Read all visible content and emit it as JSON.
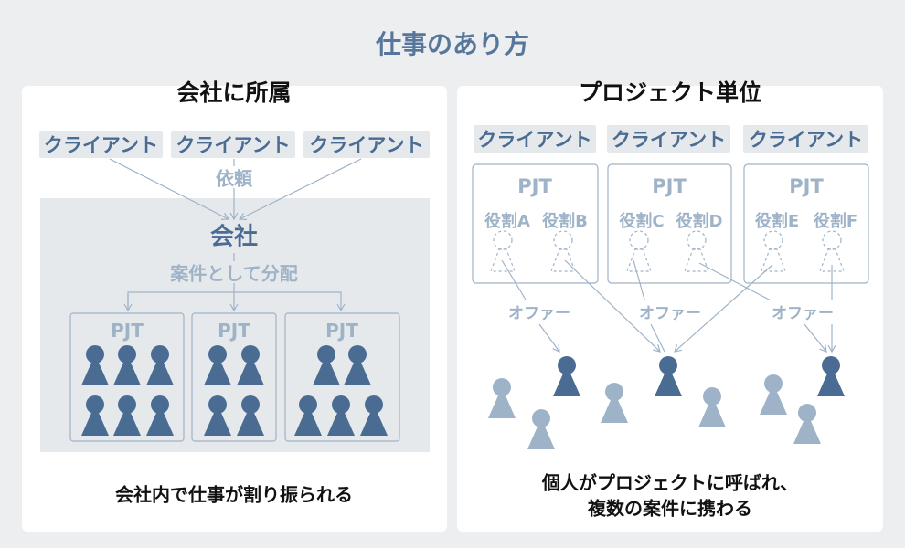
{
  "title": "仕事のあり方",
  "colors": {
    "dark": "#4a6c93",
    "light": "#9fb3c8",
    "bg": "#eceef0"
  },
  "left": {
    "heading": "会社に所属",
    "clients": [
      "クライアント",
      "クライアント",
      "クライアント"
    ],
    "request_label": "依頼",
    "company": "会社",
    "distribute_label": "案件として分配",
    "projects": [
      "PJT",
      "PJT",
      "PJT"
    ],
    "caption": "会社内で仕事が割り振られる"
  },
  "right": {
    "heading": "プロジェクト単位",
    "clients": [
      "クライアント",
      "クライアント",
      "クライアント"
    ],
    "projects": [
      {
        "label": "PJT",
        "roles": [
          "役割A",
          "役割B"
        ]
      },
      {
        "label": "PJT",
        "roles": [
          "役割C",
          "役割D"
        ]
      },
      {
        "label": "PJT",
        "roles": [
          "役割E",
          "役割F"
        ]
      }
    ],
    "offer_labels": [
      "オファー",
      "オファー",
      "オファー"
    ],
    "caption_lines": [
      "個人がプロジェクトに呼ばれ、",
      "複数の案件に携わる"
    ]
  }
}
